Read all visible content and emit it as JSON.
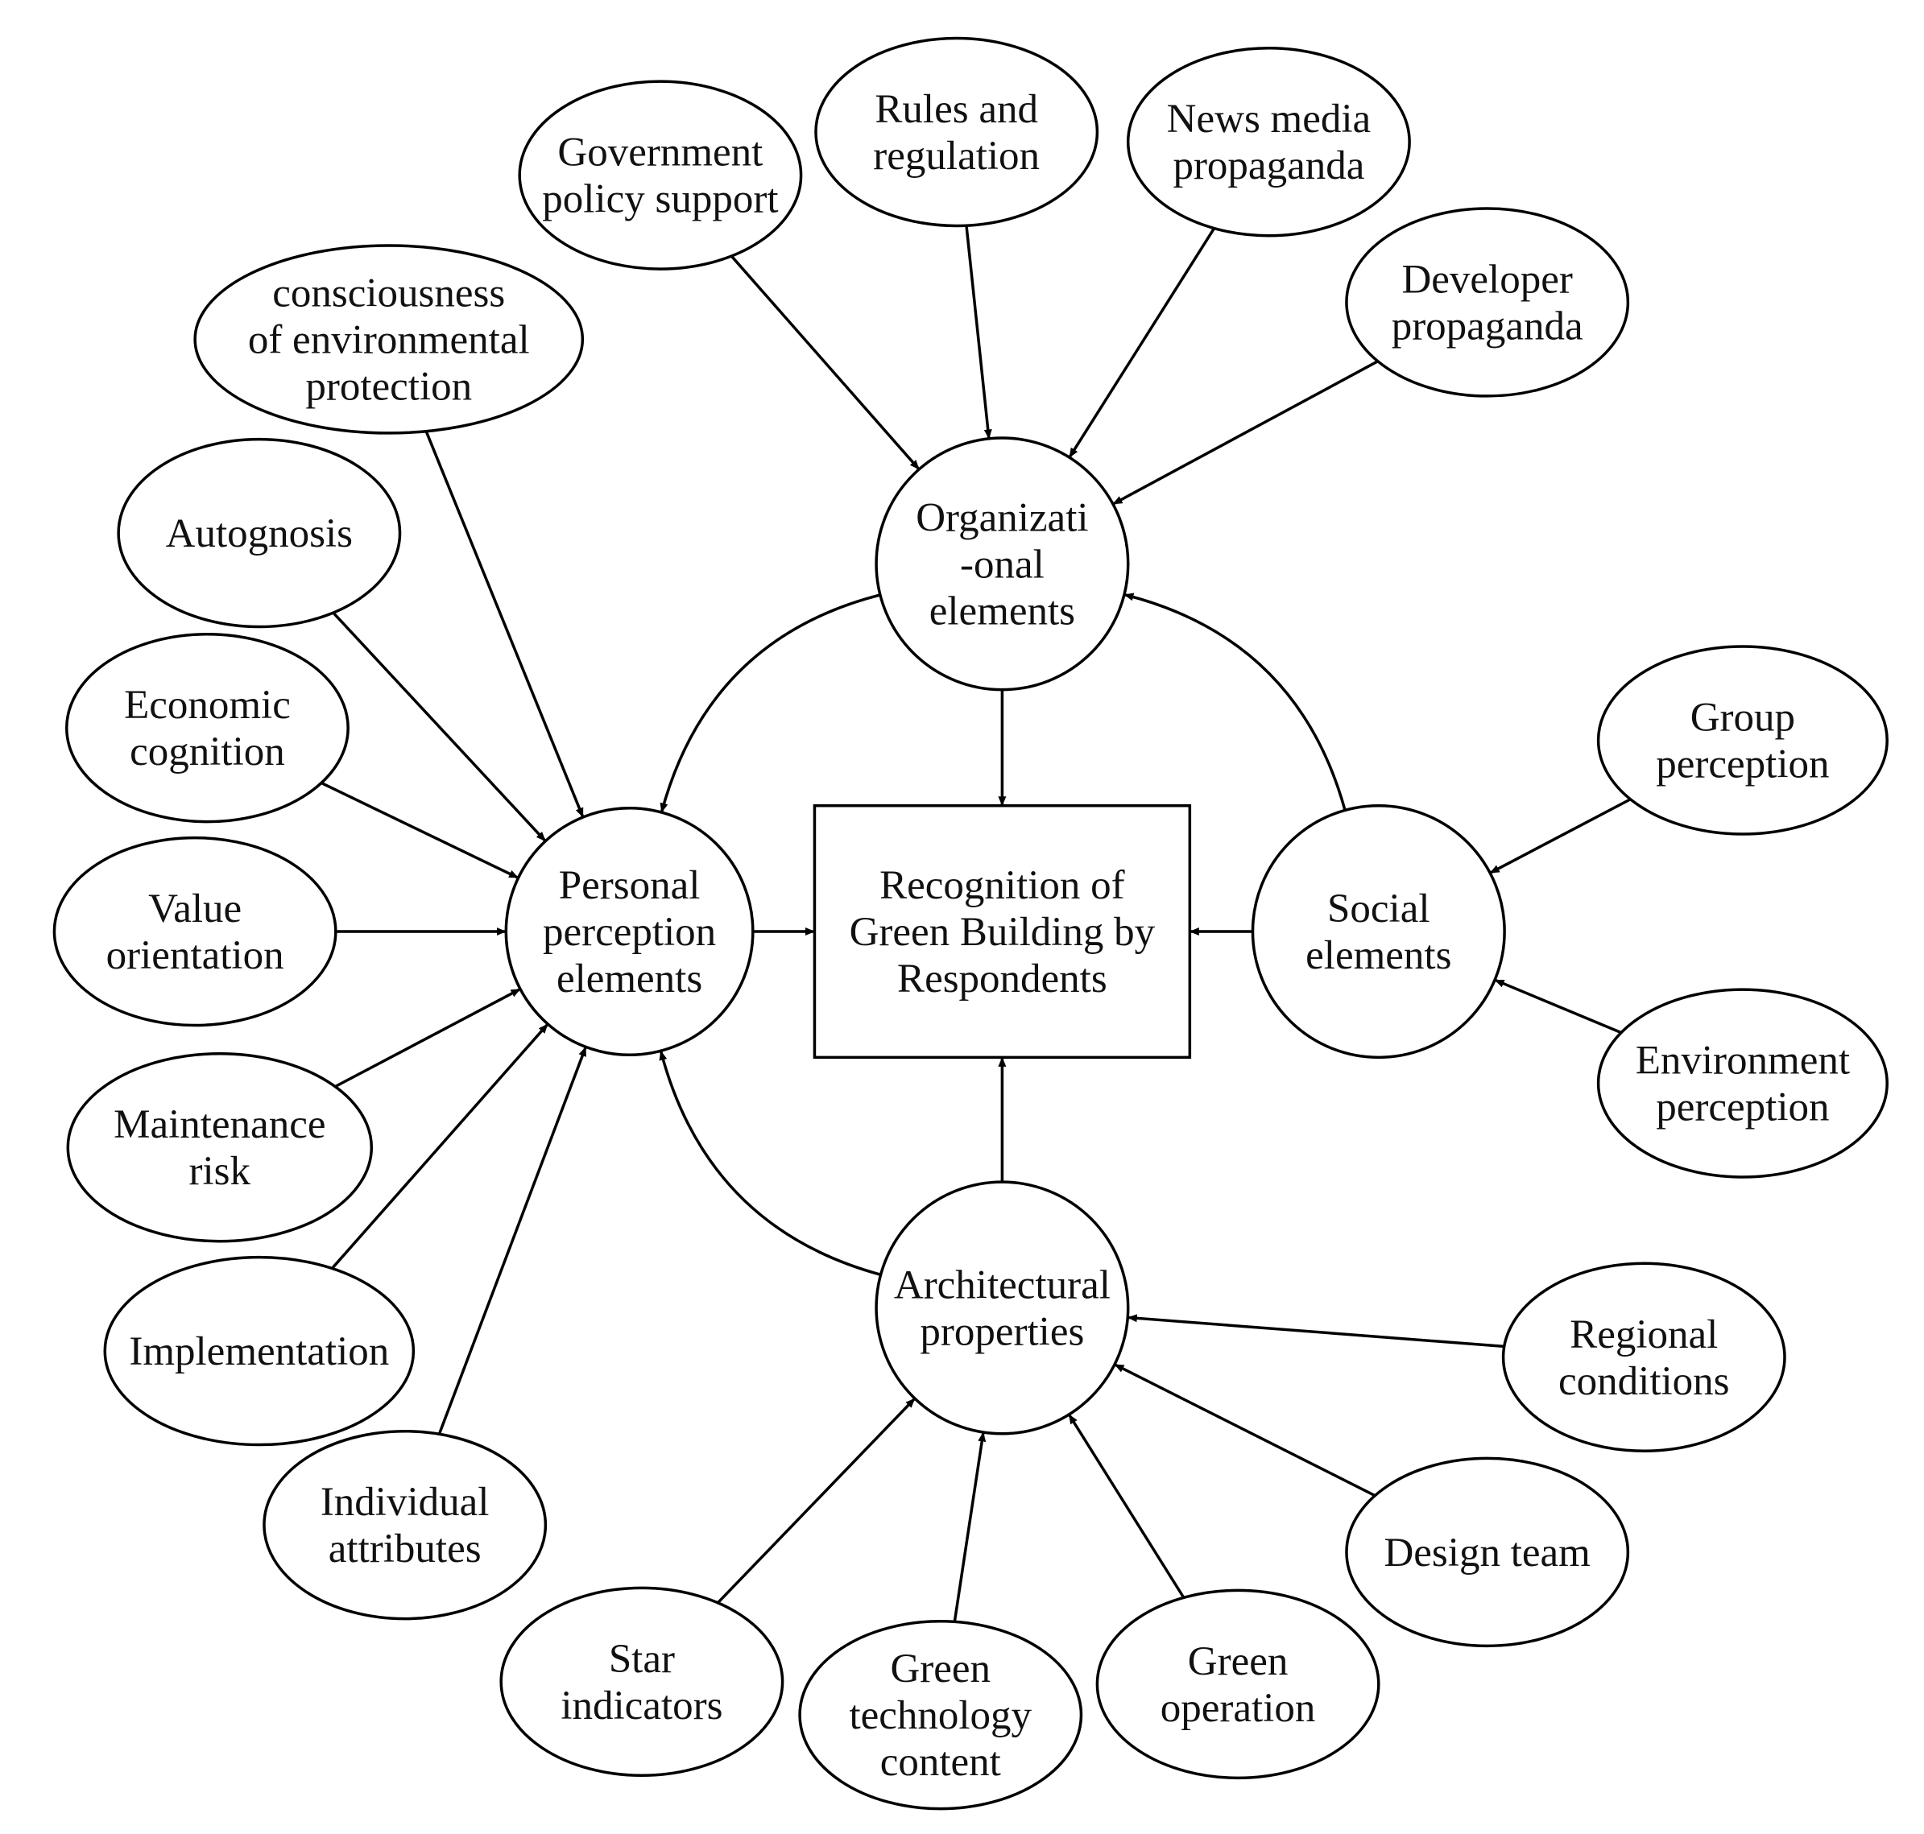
{
  "diagram": {
    "colors": {
      "stroke": "#000000",
      "text": "#111111",
      "background": "#ffffff"
    },
    "nodes": {
      "center": {
        "lines": [
          "Recognition of",
          "Green Building by",
          "Respondents"
        ]
      },
      "personal": {
        "lines": [
          "Personal",
          "perception",
          "elements"
        ]
      },
      "organizational": {
        "lines": [
          "Organizati",
          "-onal",
          "elements"
        ]
      },
      "social": {
        "lines": [
          "Social",
          "elements"
        ]
      },
      "architectural": {
        "lines": [
          "Architectural",
          "properties"
        ]
      },
      "gov_policy": {
        "lines": [
          "Government",
          "policy support"
        ]
      },
      "rules": {
        "lines": [
          "Rules and",
          "regulation"
        ]
      },
      "news_media": {
        "lines": [
          "News media",
          "propaganda"
        ]
      },
      "developer": {
        "lines": [
          "Developer",
          "propaganda"
        ]
      },
      "env_consciousness": {
        "lines": [
          "consciousness",
          "of environmental",
          "protection"
        ]
      },
      "autognosis": {
        "lines": [
          "Autognosis"
        ]
      },
      "economic": {
        "lines": [
          "Economic",
          "cognition"
        ]
      },
      "value": {
        "lines": [
          "Value",
          "orientation"
        ]
      },
      "maintenance": {
        "lines": [
          "Maintenance",
          "risk"
        ]
      },
      "implementation": {
        "lines": [
          "Implementation"
        ]
      },
      "individual": {
        "lines": [
          "Individual",
          "attributes"
        ]
      },
      "group": {
        "lines": [
          "Group",
          "perception"
        ]
      },
      "environment": {
        "lines": [
          "Environment",
          "perception"
        ]
      },
      "regional": {
        "lines": [
          "Regional",
          "conditions"
        ]
      },
      "design_team": {
        "lines": [
          "Design team"
        ]
      },
      "green_operation": {
        "lines": [
          "Green",
          "operation"
        ]
      },
      "green_tech": {
        "lines": [
          "Green",
          "technology",
          "content"
        ]
      },
      "star": {
        "lines": [
          "Star",
          "indicators"
        ]
      }
    },
    "edges": [
      {
        "from": "gov_policy",
        "to": "organizational"
      },
      {
        "from": "rules",
        "to": "organizational"
      },
      {
        "from": "news_media",
        "to": "organizational"
      },
      {
        "from": "developer",
        "to": "organizational"
      },
      {
        "from": "env_consciousness",
        "to": "personal"
      },
      {
        "from": "autognosis",
        "to": "personal"
      },
      {
        "from": "economic",
        "to": "personal"
      },
      {
        "from": "value",
        "to": "personal"
      },
      {
        "from": "maintenance",
        "to": "personal"
      },
      {
        "from": "implementation",
        "to": "personal"
      },
      {
        "from": "individual",
        "to": "personal"
      },
      {
        "from": "group",
        "to": "social"
      },
      {
        "from": "environment",
        "to": "social"
      },
      {
        "from": "regional",
        "to": "architectural"
      },
      {
        "from": "design_team",
        "to": "architectural"
      },
      {
        "from": "green_operation",
        "to": "architectural"
      },
      {
        "from": "green_tech",
        "to": "architectural"
      },
      {
        "from": "star",
        "to": "architectural"
      },
      {
        "from": "personal",
        "to": "center"
      },
      {
        "from": "organizational",
        "to": "center"
      },
      {
        "from": "social",
        "to": "center"
      },
      {
        "from": "architectural",
        "to": "center"
      },
      {
        "from": "organizational",
        "to": "personal",
        "curved": true
      },
      {
        "from": "social",
        "to": "organizational",
        "curved": true
      },
      {
        "from": "architectural",
        "to": "personal",
        "curved": true
      }
    ]
  }
}
